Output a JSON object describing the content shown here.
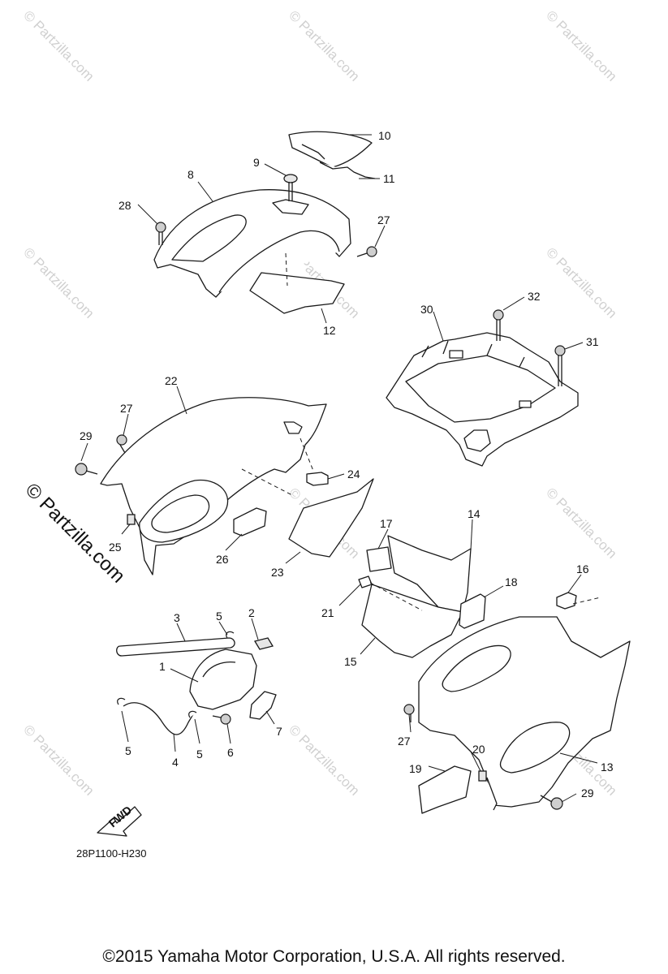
{
  "watermark": {
    "small": "© Partzilla.com",
    "large": "© Partzilla.com"
  },
  "callouts": {
    "c1": "1",
    "c2": "2",
    "c3": "3",
    "c4": "4",
    "c5a": "5",
    "c5b": "5",
    "c5c": "5",
    "c6": "6",
    "c7": "7",
    "c8": "8",
    "c9": "9",
    "c10": "10",
    "c11": "11",
    "c12": "12",
    "c13": "13",
    "c14": "14",
    "c15": "15",
    "c16": "16",
    "c17": "17",
    "c18": "18",
    "c19": "19",
    "c20": "20",
    "c21": "21",
    "c22": "22",
    "c23": "23",
    "c24": "24",
    "c25": "25",
    "c26": "26",
    "c27a": "27",
    "c27b": "27",
    "c27c": "27",
    "c28": "28",
    "c29a": "29",
    "c29b": "29",
    "c30": "30",
    "c31": "31",
    "c32": "32"
  },
  "fwd_label": "FWD",
  "diagram_code": "28P1100-H230",
  "copyright": "©2015 Yamaha Motor Corporation, U.S.A. All rights reserved."
}
